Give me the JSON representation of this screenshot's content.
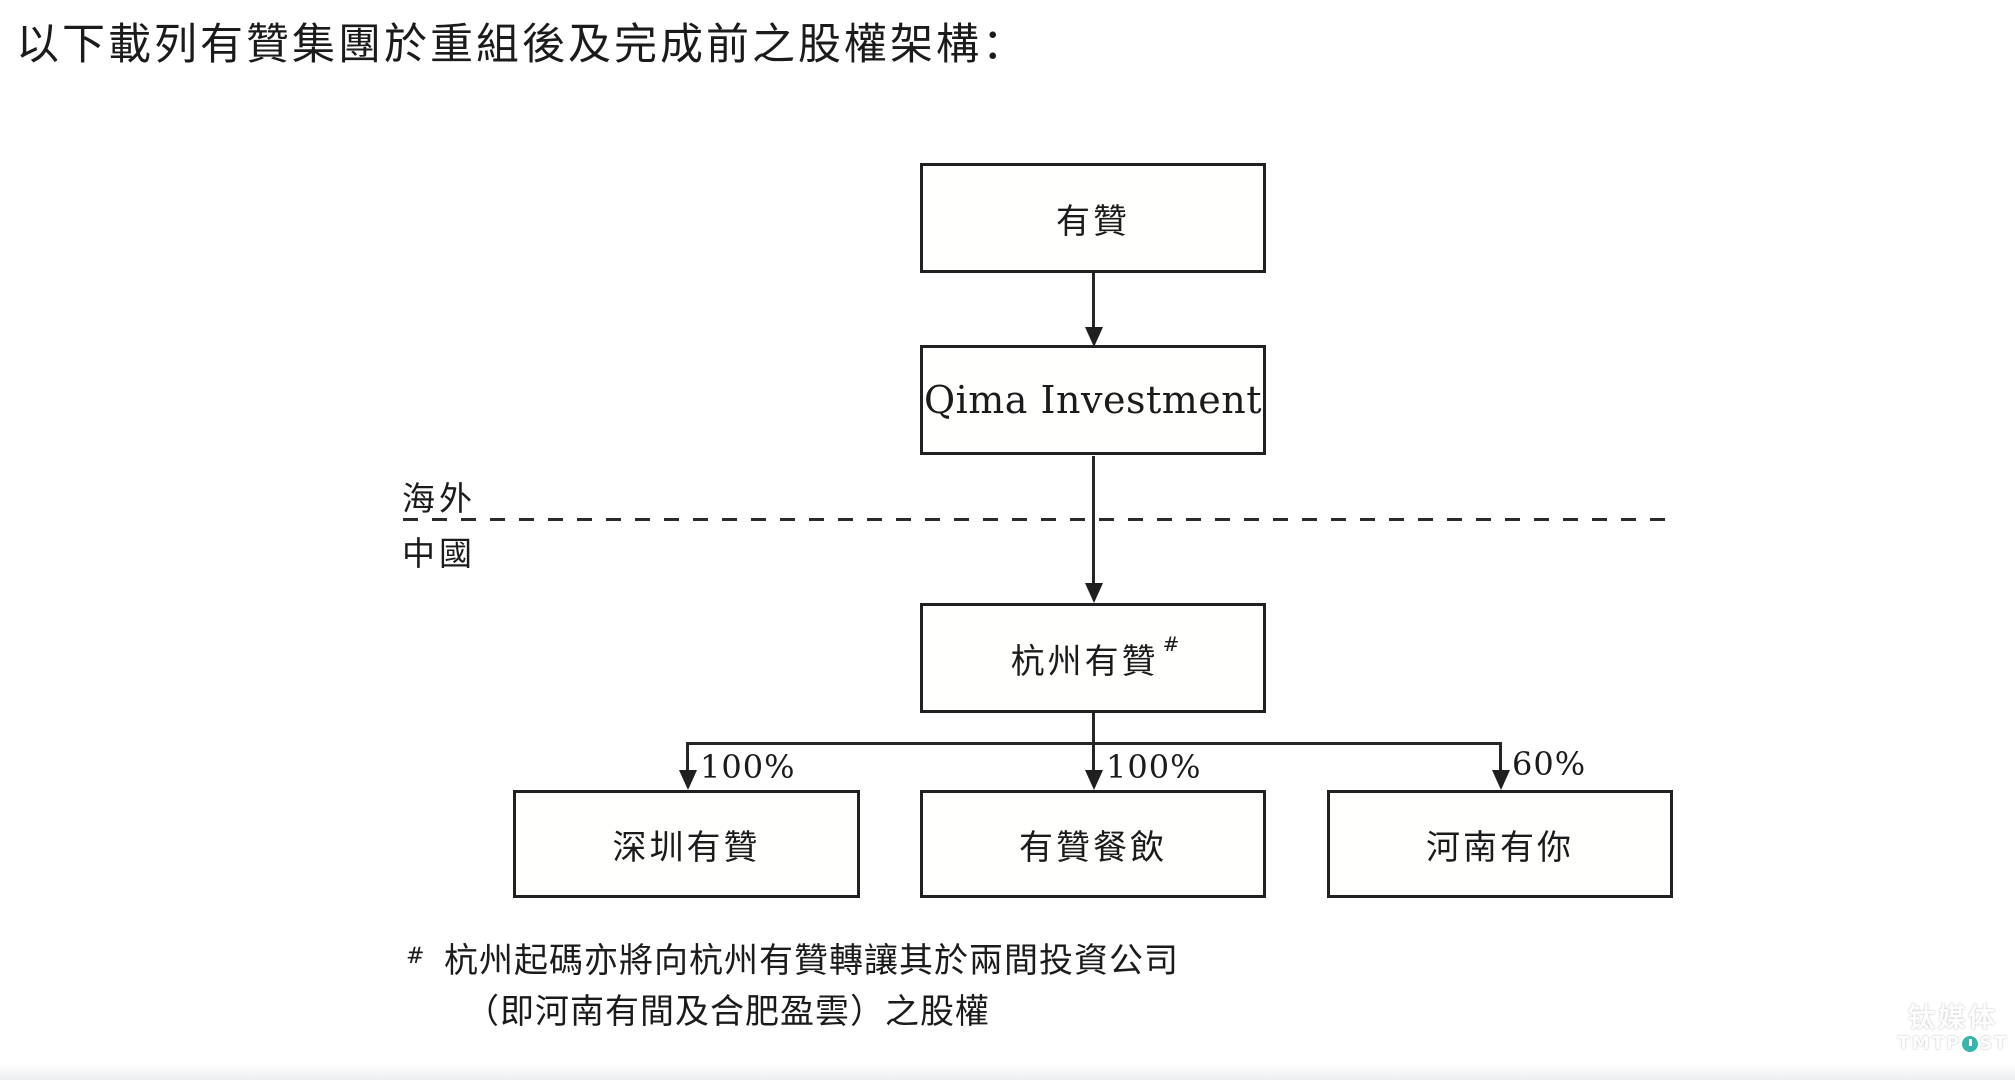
{
  "title": "以下載列有贊集團於重組後及完成前之股權架構：",
  "diagram": {
    "region_divider": {
      "above_label": "海外",
      "below_label": "中國"
    },
    "nodes": {
      "youzan": {
        "label": "有贊"
      },
      "qima": {
        "label": "Qima Investment"
      },
      "hangzhou_youzan": {
        "label": "杭州有贊",
        "marker": "#"
      },
      "shenzhen_youzan": {
        "label": "深圳有贊"
      },
      "youzan_canyin": {
        "label": "有贊餐飲"
      },
      "henan_youni": {
        "label": "河南有你"
      }
    },
    "edges": {
      "youzan_to_qima": {
        "from": "有贊",
        "to": "Qima Investment",
        "label": ""
      },
      "qima_to_hangzhou": {
        "from": "Qima Investment",
        "to": "杭州有贊",
        "label": ""
      },
      "hangzhou_to_shenzhen": {
        "from": "杭州有贊",
        "to": "深圳有贊",
        "label": "100%"
      },
      "hangzhou_to_canyin": {
        "from": "杭州有贊",
        "to": "有贊餐飲",
        "label": "100%"
      },
      "hangzhou_to_henan": {
        "from": "杭州有贊",
        "to": "河南有你",
        "label": "60%"
      }
    }
  },
  "footnote": {
    "marker": "#",
    "lines": [
      "杭州起碼亦將向杭州有贊轉讓其於兩間投資公司",
      "（即河南有間及合肥盈雲）之股權"
    ]
  },
  "watermark": {
    "cn": "钛媒体",
    "en_prefix": "TMTP",
    "en_suffix": "ST",
    "accent_color": "#35b5ad"
  }
}
